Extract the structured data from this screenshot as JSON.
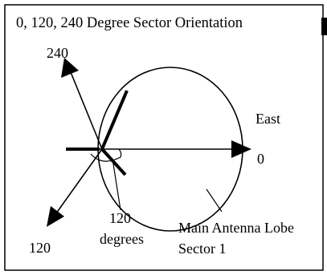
{
  "title": "0, 120, 240 Degree Sector Orientation",
  "directions": {
    "east_word": "East",
    "east_value": "0",
    "upper_left_value": "240",
    "lower_left_value": "120"
  },
  "angle_annotation": {
    "value": "120",
    "unit": "degrees"
  },
  "lobe_annotation": {
    "line1": "Main Antenna Lobe",
    "line2": "Sector 1"
  },
  "colors": {
    "stroke": "#000000",
    "background": "#ffffff"
  }
}
